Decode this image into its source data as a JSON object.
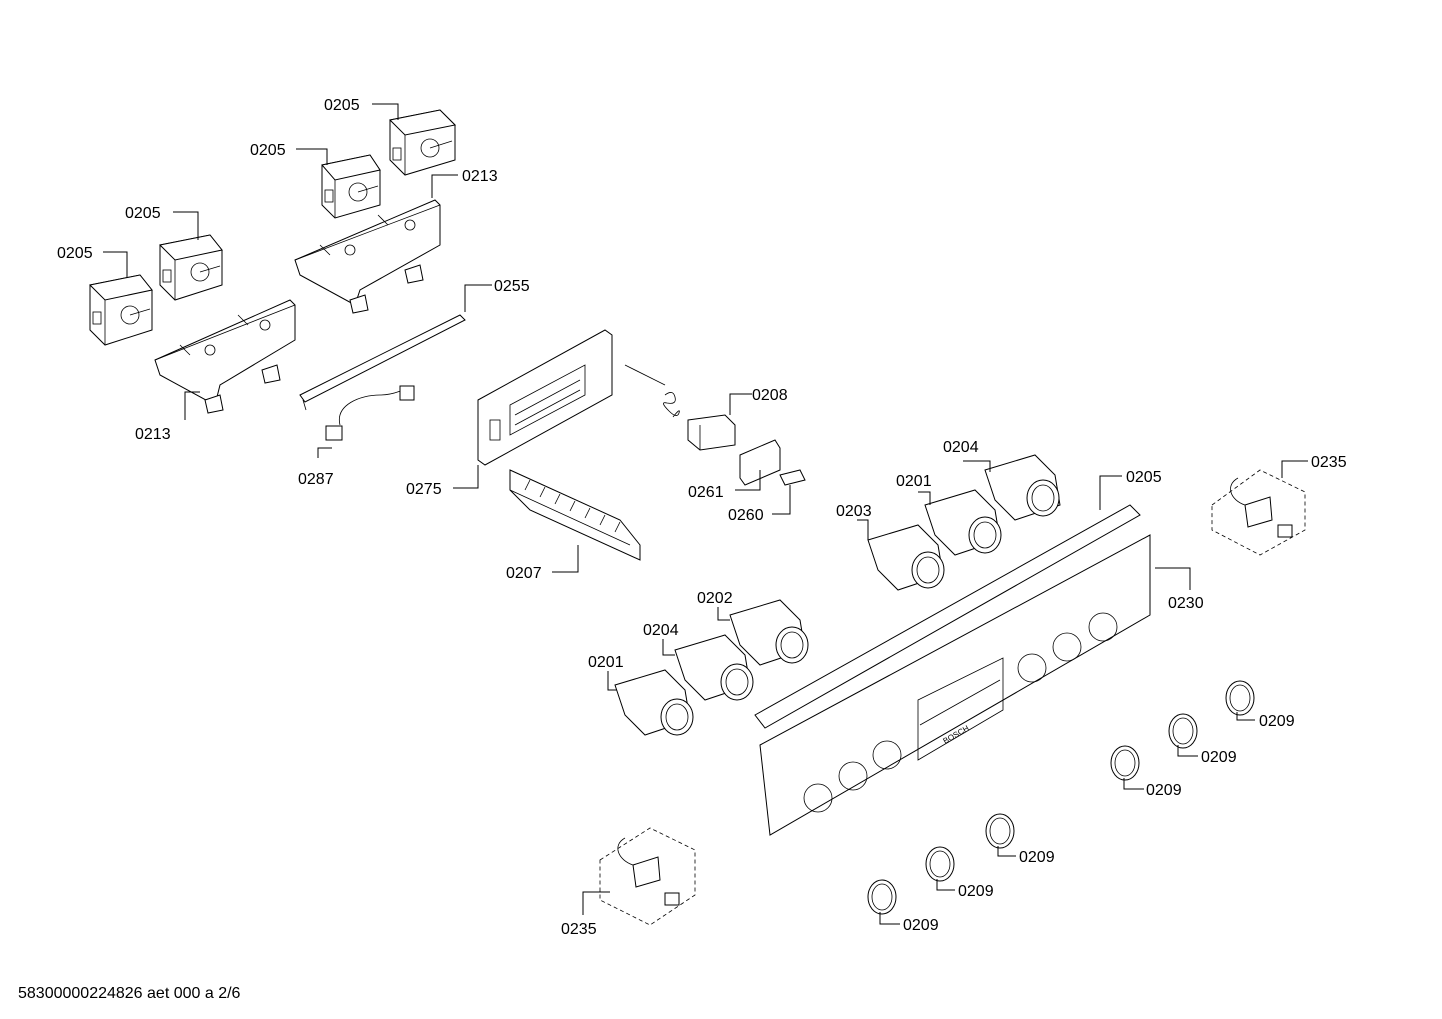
{
  "labels": {
    "l0205_a": "0205",
    "l0205_b": "0205",
    "l0205_c": "0205",
    "l0205_d": "0205",
    "l0213_a": "0213",
    "l0213_b": "0213",
    "l0255": "0255",
    "l0287": "0287",
    "l0275": "0275",
    "l0207": "0207",
    "l0208": "0208",
    "l0261": "0261",
    "l0260": "0260",
    "l0204_a": "0204",
    "l0201_a": "0201",
    "l0203": "0203",
    "l0205_e": "0205",
    "l0235_a": "0235",
    "l0230": "0230",
    "l0202": "0202",
    "l0204_b": "0204",
    "l0201_b": "0201",
    "l0209_a": "0209",
    "l0209_b": "0209",
    "l0209_c": "0209",
    "l0209_d": "0209",
    "l0209_e": "0209",
    "l0209_f": "0209",
    "l0235_b": "0235"
  },
  "footer": "58300000224826 aet 000 a 2/6",
  "panel_logo": "BOSCH"
}
